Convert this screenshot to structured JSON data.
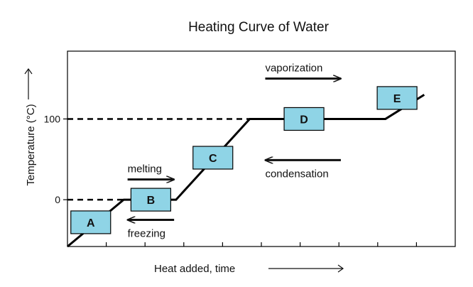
{
  "chart_data": {
    "type": "line",
    "title": "Heating Curve of Water",
    "xlabel": "Heat added, time",
    "ylabel": "Temperature (°C)",
    "yticks": [
      {
        "value": 0,
        "label": "0"
      },
      {
        "value": 100,
        "label": "100"
      }
    ],
    "ylim": [
      -58,
      184
    ],
    "xlim": [
      0,
      10
    ],
    "xtick_count": 9,
    "grid": false,
    "reference_levels": [
      0,
      100
    ],
    "series": [
      {
        "x": [
          0,
          1.45,
          2.8,
          4.7,
          8.2,
          9.2
        ],
        "y": [
          -58,
          0,
          0,
          100,
          100,
          130
        ]
      }
    ],
    "phase_boxes": [
      {
        "label": "A",
        "x": 0.6,
        "y": -28
      },
      {
        "label": "B",
        "x": 2.15,
        "y": 0
      },
      {
        "label": "C",
        "x": 3.75,
        "y": 52
      },
      {
        "label": "D",
        "x": 6.1,
        "y": 100
      },
      {
        "label": "E",
        "x": 8.5,
        "y": 126
      }
    ],
    "phase_arrows": [
      {
        "label": "melting",
        "direction": "right",
        "x_from": 1.55,
        "x_to": 2.75,
        "y": 25,
        "label_pos": "above"
      },
      {
        "label": "freezing",
        "direction": "left",
        "x_from": 1.55,
        "x_to": 2.75,
        "y": -25,
        "label_pos": "below"
      },
      {
        "label": "vaporization",
        "direction": "right",
        "x_from": 5.1,
        "x_to": 7.05,
        "y": 150,
        "label_pos": "above"
      },
      {
        "label": "condensation",
        "direction": "left",
        "x_from": 5.1,
        "x_to": 7.05,
        "y": 49,
        "label_pos": "below"
      }
    ],
    "colors": {
      "line": "#000000",
      "box_fill": "#8fd4e6",
      "box_stroke": "#000000",
      "frame": "#000000"
    }
  }
}
